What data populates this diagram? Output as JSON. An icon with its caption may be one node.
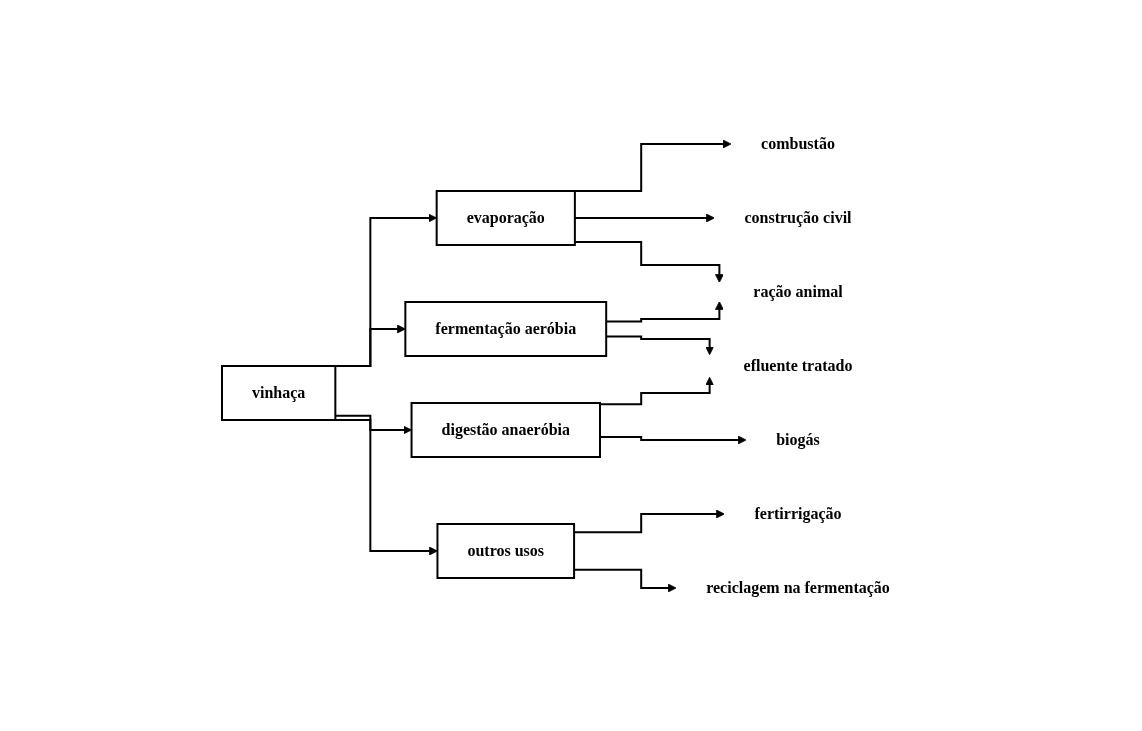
{
  "diagram": {
    "nodes": [
      {
        "text": [
          "vinhaça"
        ]
      },
      {
        "text": [
          "evaporação"
        ]
      },
      {
        "text": [
          "fermentação aeróbia"
        ]
      },
      {
        "text": [
          "digestão anaeróbia"
        ]
      },
      {
        "text": [
          "outros usos"
        ]
      },
      {
        "text": [
          "combustão"
        ]
      },
      {
        "text": [
          "construção civil"
        ]
      },
      {
        "text": [
          "ração animal"
        ]
      },
      {
        "text": [
          "efluente tratado"
        ]
      },
      {
        "text": [
          "biogás"
        ]
      },
      {
        "text": [
          "fertirrigação"
        ]
      },
      {
        "text": [
          "reciclagem na fermentação"
        ]
      }
    ],
    "edges": [
      {
        "from": 0,
        "to": 1,
        "arrow": "to"
      },
      {
        "from": 0,
        "to": 2,
        "arrow": "to"
      },
      {
        "from": 0,
        "to": 3,
        "arrow": "to"
      },
      {
        "from": 0,
        "to": 4,
        "arrow": "to"
      },
      {
        "from": 1,
        "to": 5,
        "arrow": "to"
      },
      {
        "from": 1,
        "to": 6,
        "arrow": "to"
      },
      {
        "from": 1,
        "to": 7,
        "arrow": "to"
      },
      {
        "from": 2,
        "to": 7,
        "arrow": "to"
      },
      {
        "from": 2,
        "to": 8,
        "arrow": "to"
      },
      {
        "from": 3,
        "to": 8,
        "arrow": "to"
      },
      {
        "from": 3,
        "to": 9,
        "arrow": "to"
      },
      {
        "from": 4,
        "to": 10,
        "arrow": "to"
      },
      {
        "from": 4,
        "to": 11,
        "arrow": "to"
      }
    ]
  }
}
